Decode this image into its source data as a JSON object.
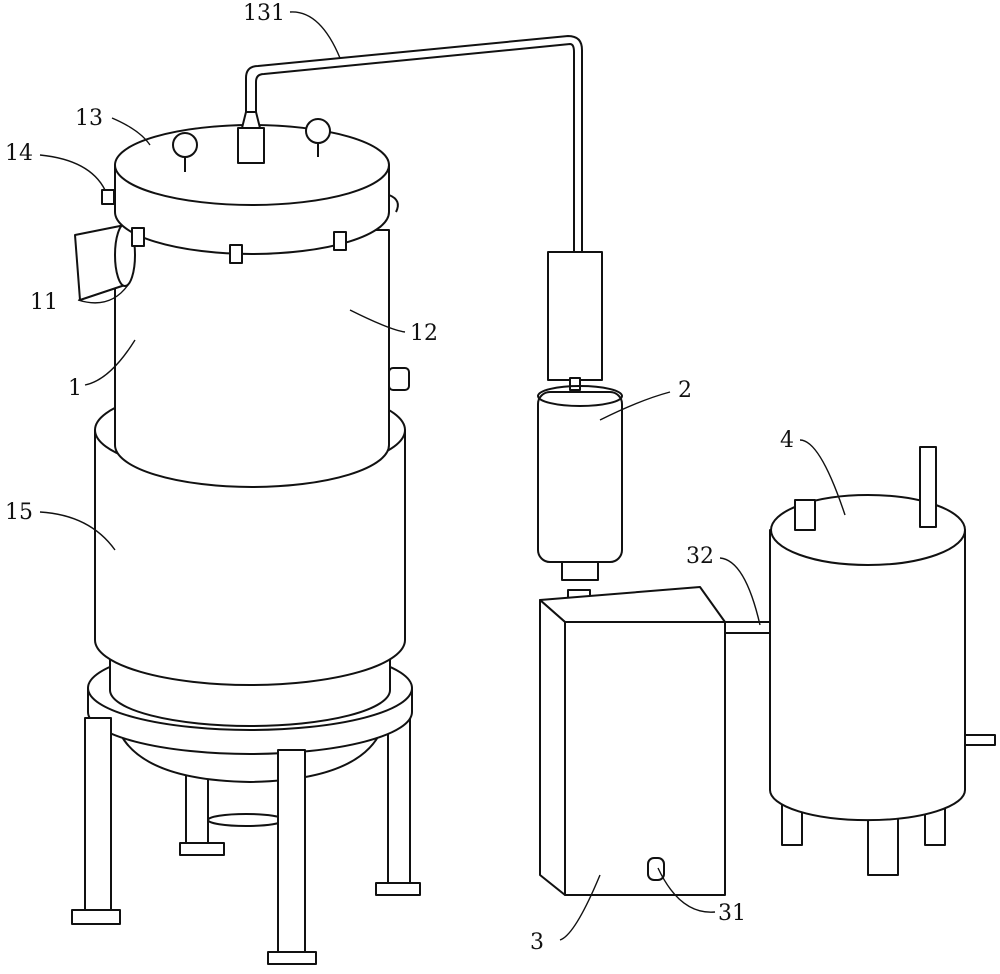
{
  "labels": {
    "l131": "131",
    "l13": "13",
    "l14": "14",
    "l11": "11",
    "l12": "12",
    "l1": "1",
    "l15": "15",
    "l2": "2",
    "l4": "4",
    "l32": "32",
    "l3": "3",
    "l31": "31"
  }
}
